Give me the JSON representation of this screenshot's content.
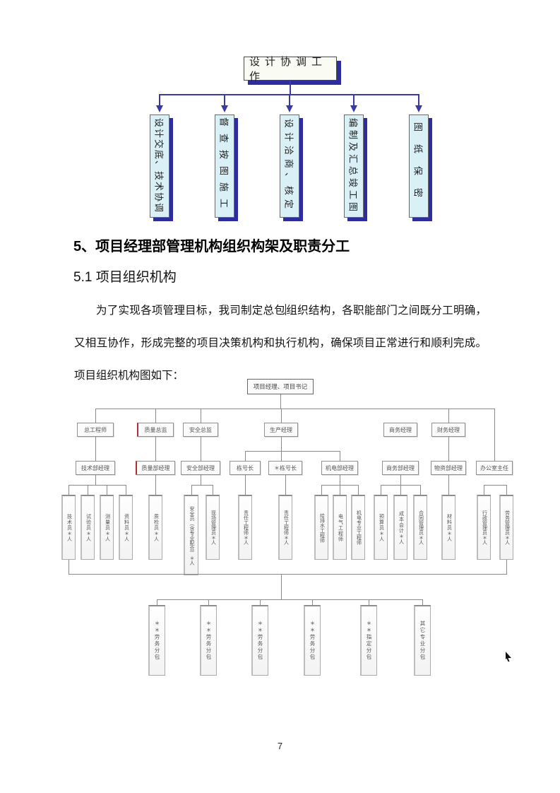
{
  "top_chart": {
    "root": "设计协调工作",
    "branches": [
      "设计交底、技术协调",
      "督查按图施工",
      "设计洽商、核定",
      "编制及汇总竣工图",
      "图纸保密"
    ]
  },
  "headings": {
    "h1": "5、项目经理部管理机构组织构架及职责分工",
    "h2": "5.1 项目组织机构"
  },
  "paragraph": {
    "part1": "为了实现各项管理目标，我司制定总包",
    "part2": "组织结构，各职能部门之间既分工明确，又相互协作，形成完整的项目决策机构和执行机构，确保项目正常进行和顺利完成。项目组织机构图如下："
  },
  "org_chart": {
    "root": "项目经理、项目书记",
    "row2": [
      "总工程师",
      "质量总监",
      "安全总监",
      "生产经理",
      "商务经理",
      "财务经理"
    ],
    "row3": [
      "技术部经理",
      "质量部经理",
      "安全部经理",
      "栋号长",
      "＊栋号长",
      "机电部经理",
      "商务部经理",
      "物资部经理",
      "办公室主任"
    ],
    "row4": [
      "技术员＊人",
      "试验员＊人",
      "测量员＊人",
      "资料员＊人",
      "质检员＊人",
      "安全员（含专业配合）＊人",
      "现场管理员＊人",
      "责任工程师＊人",
      "责任工程师＊人",
      "给排水工程师",
      "电气工程师",
      "机电专业工程师",
      "预算员＊人",
      "成本会计＊人",
      "合同管理员＊人",
      "材料员＊人",
      "行政管理员＊人",
      "劳务管理员＊人"
    ],
    "row5": [
      "＊＊劳务分包",
      "＊＊劳务分包",
      "＊＊劳务分包",
      "＊＊劳务分包",
      "＊＊指定分包",
      "其它专业分包"
    ]
  },
  "colors": {
    "shadow_navy": "#2d2d9f",
    "branch_cyan": "#d9f0f6",
    "revision_red": "#b03030"
  },
  "page": {
    "number": "7"
  }
}
